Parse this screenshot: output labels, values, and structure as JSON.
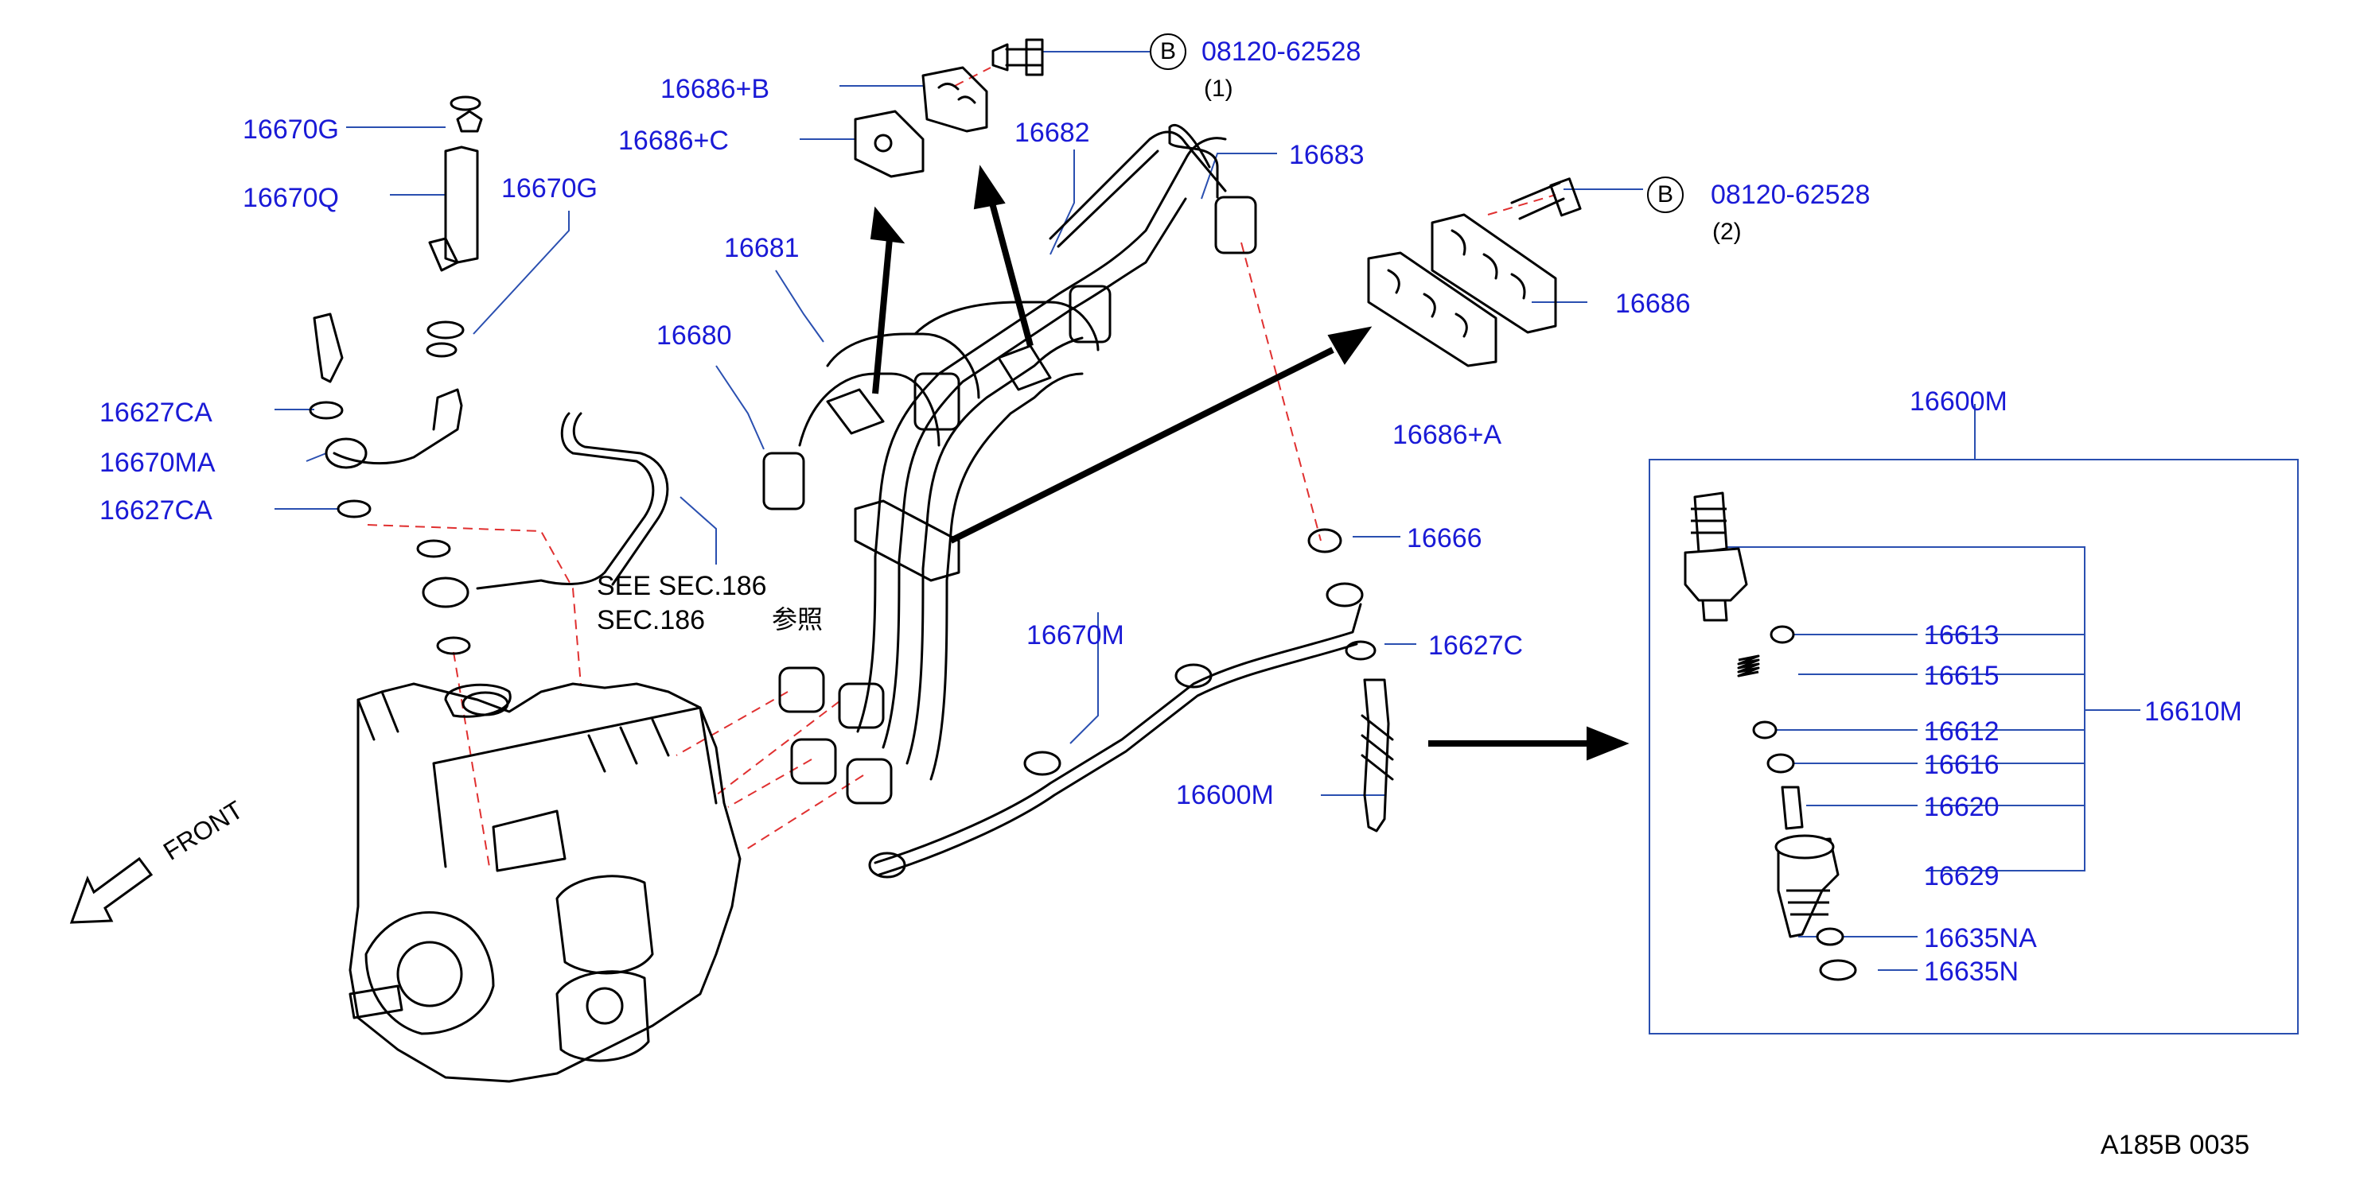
{
  "diagram": {
    "labels": {
      "p16686B": "16686+B",
      "p16686C": "16686+C",
      "p16670G_top": "16670G",
      "p16670Q": "16670Q",
      "p16670G_mid": "16670G",
      "p16682": "16682",
      "p16683": "16683",
      "p16681": "16681",
      "p16680": "16680",
      "p16627CA_top": "16627CA",
      "p16670MA": "16670MA",
      "p16627CA_bot": "16627CA",
      "p16686": "16686",
      "p16686A": "16686+A",
      "p16600M_box": "16600M",
      "p16666": "16666",
      "p16670M": "16670M",
      "p16627C": "16627C",
      "p16600M": "16600M",
      "p16613": "16613",
      "p16615": "16615",
      "p16612": "16612",
      "p16616": "16616",
      "p16620": "16620",
      "p16629": "16629",
      "p16635NA": "16635NA",
      "p16635N": "16635N",
      "p16610M": "16610M",
      "bolt1": "08120-62528",
      "bolt2": "08120-62528"
    },
    "qty1": "(1)",
    "qty2": "(2)",
    "bolt_marker": "B",
    "see_line1": "SEE  SEC.186",
    "see_line2": "SEC.186",
    "see_ref": "参照",
    "front": "FRONT",
    "figure_code": "A185B  0035",
    "colors": {
      "label": "#1a1ad6",
      "leader": "#2a4fb0",
      "dashed": "#e03030",
      "line": "#000000"
    }
  }
}
